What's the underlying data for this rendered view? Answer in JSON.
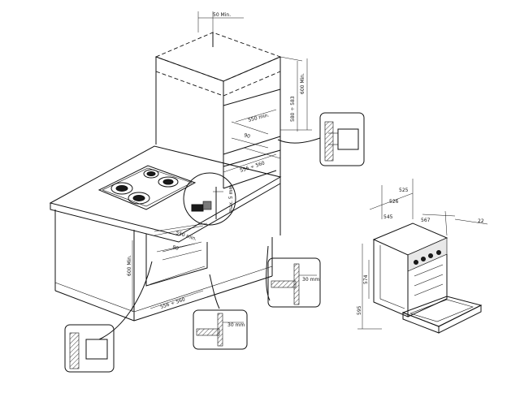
{
  "labels": {
    "top_clearance": "50 Min.",
    "upper_height_range": "580 ÷ 583",
    "upper_height_min": "600 Min.",
    "upper_depth_min": "550 min.",
    "upper_vent": "90",
    "upper_width_range": "556 ÷ 560",
    "worktop_gap": "max. 5 mm",
    "lower_depth_min": "550 min.",
    "lower_vent": "90",
    "lower_height_min": "600 Min.",
    "lower_width_range": "556 ÷ 560",
    "plinth_gap_right": "30 mm",
    "plinth_gap_left": "30 mm",
    "oven_width_1": "525",
    "oven_width_2": "526",
    "oven_depth": "545",
    "oven_depth_2": "567",
    "oven_door": "22",
    "oven_height_1": "574",
    "oven_height_2": "595"
  }
}
